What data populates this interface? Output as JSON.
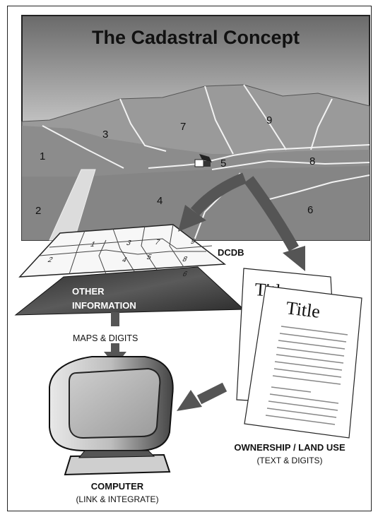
{
  "title": "The Cadastral Concept",
  "parcels": [
    "1",
    "2",
    "3",
    "4",
    "5",
    "6",
    "7",
    "8",
    "9"
  ],
  "layers": {
    "dcdb": "DCDB",
    "other_line1": "OTHER",
    "other_line2": "INFORMATION",
    "maps_digits": "MAPS & DIGITS"
  },
  "documents": {
    "back_title": "Title",
    "front_title": "Title"
  },
  "ownership": {
    "label": "OWNERSHIP / LAND USE",
    "sub": "(TEXT & DIGITS)"
  },
  "computer": {
    "label": "COMPUTER",
    "sub": "(LINK & INTEGRATE)"
  },
  "colors": {
    "sky_top": "#6e6e6e",
    "sky_bottom": "#f2f2f2",
    "land": "#8a8a8a",
    "arrow": "#5a5a5a",
    "other_layer": "#3a3a3a"
  }
}
